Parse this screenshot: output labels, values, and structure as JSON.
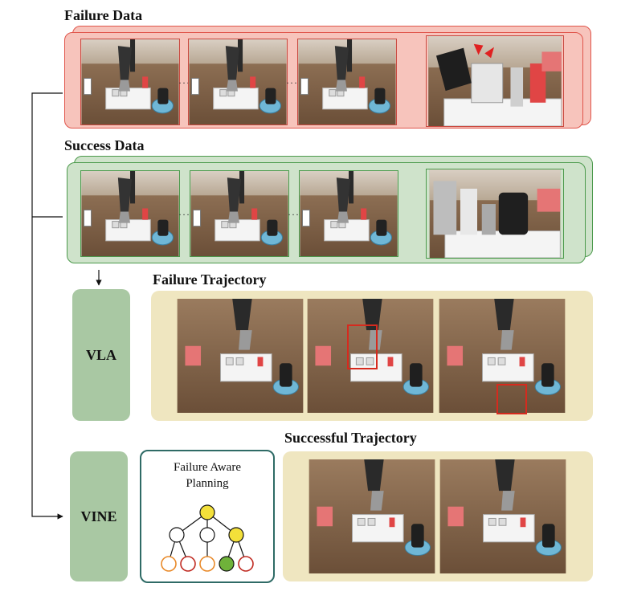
{
  "sections": {
    "failure_data": "Failure Data",
    "success_data": "Success Data",
    "failure_trajectory": "Failure Trajectory",
    "successful_trajectory": "Successful Trajectory"
  },
  "blocks": {
    "vla": "VLA",
    "vine": "VINE"
  },
  "planning": {
    "line1": "Failure Aware",
    "line2": "Planning"
  },
  "colors": {
    "failure_panel": "#f7c4bc",
    "failure_border": "#e0554b",
    "success_panel": "#cfe3cb",
    "success_border": "#4c9a4c",
    "trajectory_panel": "#efe6c0",
    "block_green": "#a9c8a3",
    "tree_yellow": "#f3e03a",
    "tree_orange": "#e98a2a",
    "tree_red": "#c02b22",
    "tree_green": "#6fb23a"
  }
}
